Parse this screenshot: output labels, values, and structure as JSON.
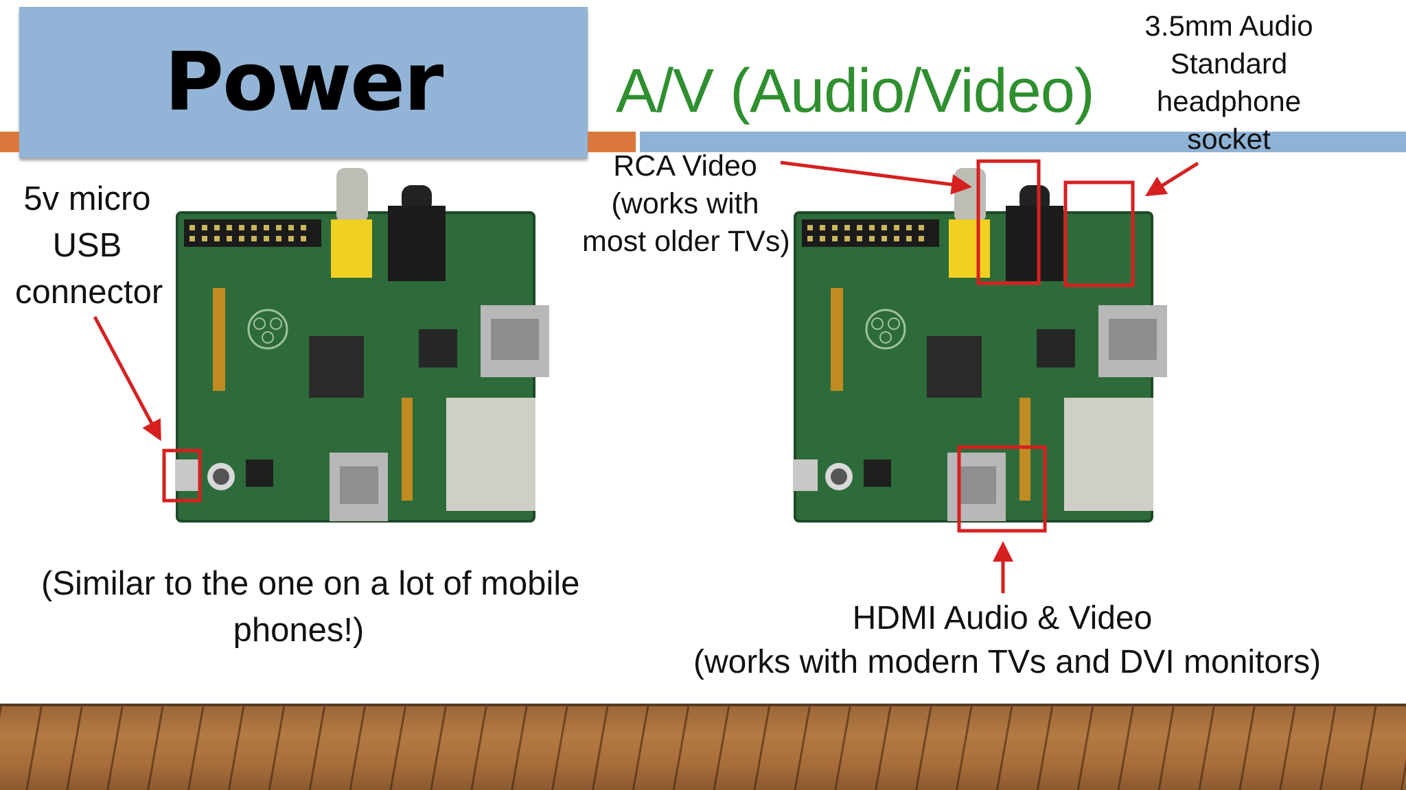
{
  "slide": {
    "power_title": "Power",
    "av_title": "A/V (Audio/Video)",
    "usb_label": [
      "5v micro",
      "USB",
      "connector"
    ],
    "usb_note": [
      "(Similar to the one on a lot of mobile",
      "phones!)"
    ],
    "rca_label": [
      "RCA Video",
      "(works with",
      "most older TVs)"
    ],
    "audio_label": [
      "3.5mm Audio",
      "Standard",
      "headphone",
      "socket"
    ],
    "hdmi_label": [
      "HDMI Audio & Video",
      "(works with modern TVs and DVI monitors)"
    ]
  },
  "colors": {
    "title_box": "#92b4d6",
    "accent_orange": "#d9773c",
    "accent_blue": "#8fb3d6",
    "av_title": "#2f8f2f",
    "highlight_red": "#d62020",
    "pcb_green": "#2e6b3a"
  },
  "icons": [
    "arrow-icon",
    "raspberry-pi-board-image",
    "wood-floor-decoration"
  ]
}
